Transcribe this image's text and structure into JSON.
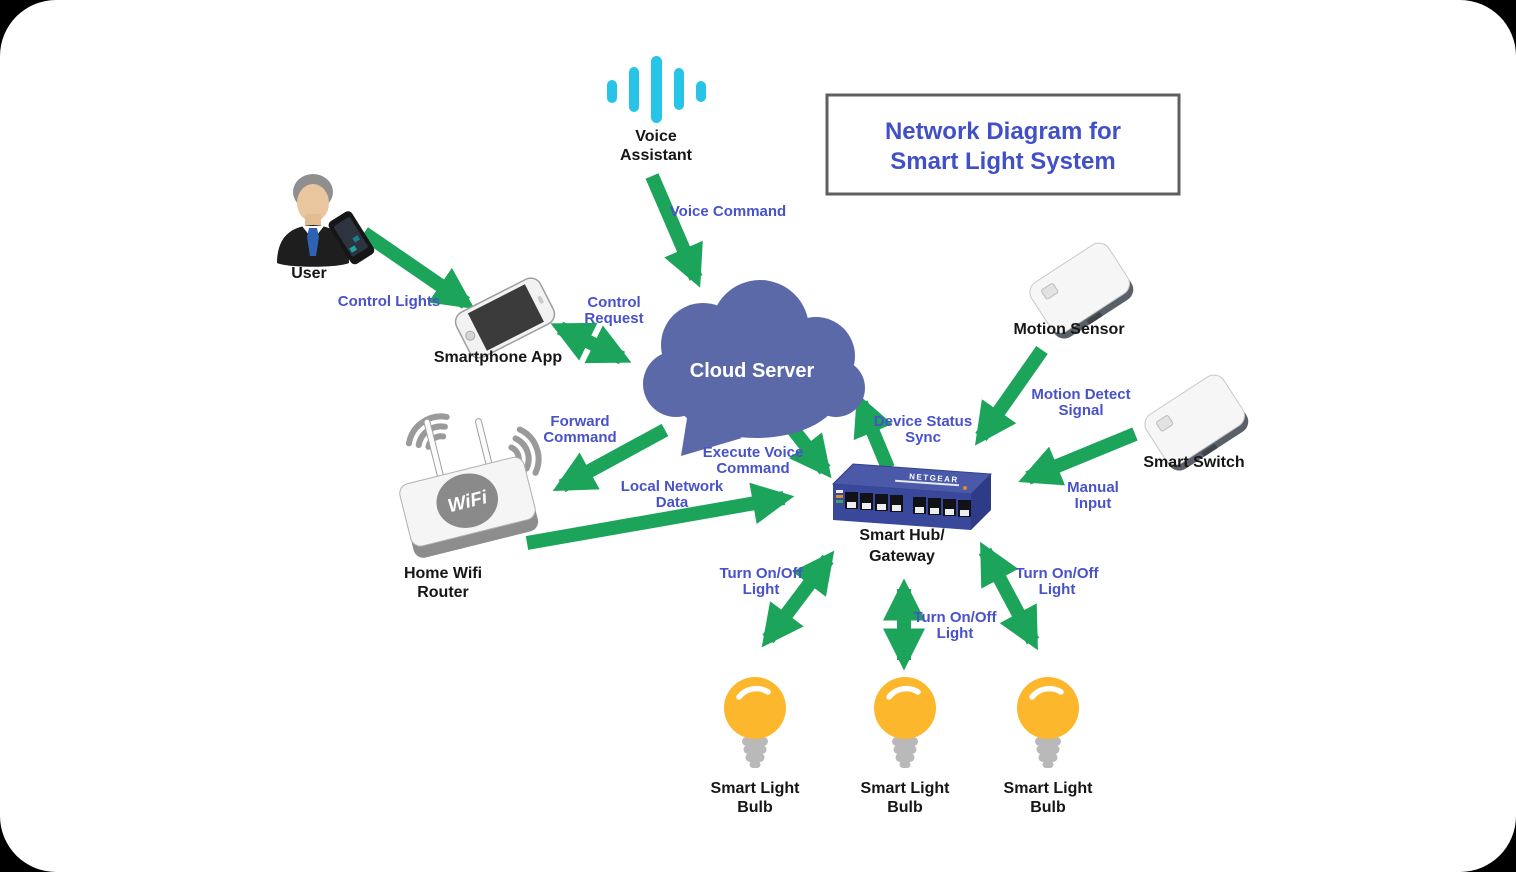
{
  "title": {
    "lines": [
      "Network Diagram for",
      "Smart Light System"
    ]
  },
  "nodes": {
    "voice_assistant": {
      "label_lines": [
        "Voice",
        "Assistant"
      ]
    },
    "user": {
      "label": "User"
    },
    "smartphone_app": {
      "label": "Smartphone App"
    },
    "cloud_server": {
      "label": "Cloud Server"
    },
    "motion_sensor": {
      "label": "Motion Sensor"
    },
    "smart_switch": {
      "label": "Smart Switch"
    },
    "smart_hub": {
      "label_lines": [
        "Smart Hub/",
        "Gateway"
      ],
      "brand": "NETGEAR"
    },
    "wifi_router": {
      "label_lines": [
        "Home Wifi",
        "Router"
      ],
      "device_text": "WiFi"
    },
    "bulb_left": {
      "label_lines": [
        "Smart Light",
        "Bulb"
      ]
    },
    "bulb_middle": {
      "label_lines": [
        "Smart Light",
        "Bulb"
      ]
    },
    "bulb_right": {
      "label_lines": [
        "Smart Light",
        "Bulb"
      ]
    }
  },
  "edges": {
    "voice_command": {
      "label_lines": [
        "Voice Command"
      ],
      "from": "Voice Assistant",
      "to": "Cloud Server",
      "bidirectional": false
    },
    "control_lights": {
      "label_lines": [
        "Control Lights"
      ],
      "from": "User",
      "to": "Smartphone App",
      "bidirectional": false
    },
    "control_request": {
      "label_lines": [
        "Control",
        "Request"
      ],
      "from": "Smartphone App",
      "to": "Cloud Server",
      "bidirectional": true
    },
    "forward_command": {
      "label_lines": [
        "Forward",
        "Command"
      ],
      "from": "Cloud Server",
      "to": "Home Wifi Router",
      "bidirectional": false
    },
    "execute_voice_command": {
      "label_lines": [
        "Execute Voice",
        "Command"
      ],
      "from": "Cloud Server",
      "to": "Smart Hub/Gateway",
      "bidirectional": false
    },
    "device_status_sync": {
      "label_lines": [
        "Device Status",
        "Sync"
      ],
      "from": "Smart Hub/Gateway",
      "to": "Cloud Server",
      "bidirectional": false
    },
    "motion_detect_signal": {
      "label_lines": [
        "Motion Detect",
        "Signal"
      ],
      "from": "Motion Sensor",
      "to": "Smart Hub/Gateway",
      "bidirectional": false
    },
    "manual_input": {
      "label_lines": [
        "Manual",
        "Input"
      ],
      "from": "Smart Switch",
      "to": "Smart Hub/Gateway",
      "bidirectional": false
    },
    "local_network_data": {
      "label_lines": [
        "Local Network",
        "Data"
      ],
      "from": "Home Wifi Router",
      "to": "Smart Hub/Gateway",
      "bidirectional": false
    },
    "turn_light_left": {
      "label_lines": [
        "Turn On/Off",
        "Light"
      ],
      "from": "Smart Hub/Gateway",
      "to": "Smart Light Bulb (left)",
      "bidirectional": true
    },
    "turn_light_middle": {
      "label_lines": [
        "Turn On/Off",
        "Light"
      ],
      "from": "Smart Hub/Gateway",
      "to": "Smart Light Bulb (middle)",
      "bidirectional": true
    },
    "turn_light_right": {
      "label_lines": [
        "Turn On/Off",
        "Light"
      ],
      "from": "Smart Hub/Gateway",
      "to": "Smart Light Bulb (right)",
      "bidirectional": true
    }
  },
  "colors": {
    "arrow_green": "#1CA45A",
    "edge_label_blue": "#4852C9",
    "title_blue": "#4250C8",
    "cloud_fill": "#5B69A9",
    "voice_cyan": "#27C4E8",
    "bulb_yellow": "#FCB72D",
    "bulb_base_gray": "#B9B9B9",
    "hub_blue": "#3A489C",
    "background": "#FFFFFF"
  }
}
